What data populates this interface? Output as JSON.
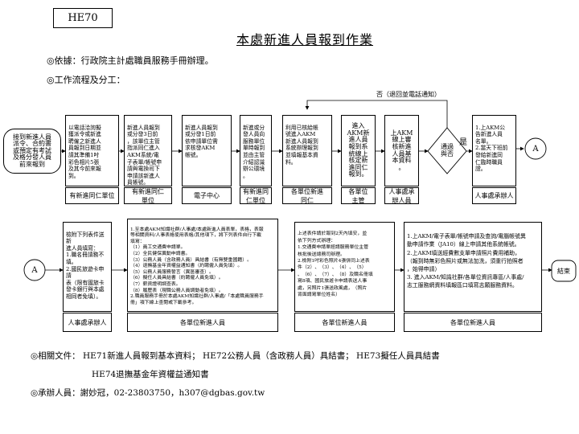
{
  "doc_code": "HE70",
  "title": "本處新進人員報到作業",
  "basis": "◎依據：行政院主計處職員服務手冊辦理。",
  "workflow_heading": "◎工作流程及分工：",
  "row1": {
    "feedback_label": "否（退回並電話通知）",
    "start": "接到新進人員\n派令、合約書\n或預定有考試\n及格分發人員\n前來報到",
    "steps": [
      {
        "text": "以電話洽詢擬\n獲派令或新進\n聘僱之新進人\n員報到日期並\n請其準備1吋\n彩色相片5張\n及其今前來報\n到。",
        "owner": "有新進同仁單位"
      },
      {
        "text": "新進人員報到\n或分發3日前\n，該單位主管\n指派同仁進入\nAKM系統/電\n子表單/帳號申\n請與電換司下\n申請該新進人\n員帳號。",
        "owner": "有新進同仁\n單位"
      },
      {
        "text": "新進人員報到\n或分發1日前\n依申請單位需\n求核發AKM\n帳號。",
        "owner": "電子中心"
      },
      {
        "text": "新進或分\n發人員向\n服務單位\n單時報到\n並由主管\n介紹認識\n辦公環境\n。",
        "owner": "有新進同\n仁單位"
      },
      {
        "text": "利用已核給帳\n號進入AKM\n新進人員報到\n系統辦理報到\n並填報基本資\n料。",
        "owner": "各單位新進\n同仁"
      },
      {
        "text": "進入\nAKM新\n進人員\n報到系\n統線上\n核定新\n進同仁\n報到。",
        "owner": "各單位\n主管"
      },
      {
        "text": "上AKM\n線上審\n核新進\n人員基\n本資料\n。",
        "owner": "人事處承\n辦人員"
      }
    ],
    "decision": "通過\n與否",
    "yes_label": "是",
    "final": {
      "text": "1.上AKM公\n告新進人員\n名單。\n2.當天下班前\n發給新進同\n仁臨時職員\n證。",
      "owner": "人事處承辦人"
    },
    "connector": "A"
  },
  "row2": {
    "connector": "A",
    "step1": {
      "text": "檢附下列表件送新\n進人員填寫：\n1.職名冊請務不填。\n2.國民旅遊卡申請\n表（限有國旅卡\n發卡銀行與本處\n相同者免填）。",
      "owner": "人事處承辦人"
    },
    "step2": {
      "text": "1.至本處AKM知識社群/人事處/本處新進人員表單，表格，表報\n等相關資料/人事表格使用表格/其他項下，將下列表件自行下載\n填寫：\n（1）員工交通費申請單。\n（2）全民健保異動申請書。\n（3）公務人員（含政務人員）具結書（有無雙重國籍）。\n（4）退撫基金年資權益通知書（約聘僱人員免填）。\n（5）公務人員服務誓言（異區審查）。\n（6）擬任人員具結書（約聘僱人員免填）。\n（7）薪資證明調查表。\n（8）履歷表（現職公務人員調動者免填）。\n2.職員服務手冊於本處AKM知識社群/人事處/「本處職員服務手\n冊」項下線上查閱或下載參考。",
      "owner": "各單位新進人員"
    },
    "step3": {
      "text": "上述表件請於報到2天內填安，並\n依下列方式辦理：\n1.交通費申請單經請服務單位主管\n核批後送總務司辦理。\n2.檢附1吋彩色照片4張併同上述表\n件（2）、（3）、（4）、（5）\n、（6）、（7）、（8）及職名冊填\n寫8項、國民旅遊卡申請表送人事\n處，另照片1張送政風處，（照片\n背面請寫單位姓名）",
      "owner": "各單位新進人員"
    },
    "step4": {
      "text": "1.上AKM/電子表單/帳號申請及查詢/電腦帳號異\n動申請作業（JA10）線上申請其他系統帳號。\n2.上AKM填送經費數支單申請照片費用補助，\n（報到時無彩色照片或無法加洗，須重行拍照者\n，始得申請）\n3. 進入AKM/知識社群/各單位資訊專區/人事處/\n志工服務網資料填報區口填寫志願服務資料。",
      "owner": "各單位新進人員"
    },
    "end": "結束"
  },
  "related_docs_label": "◎相關文件：",
  "related_docs_1": "HE71新進人員報到基本資料；  HE72公務人員（含政務人員）具結書；  HE73擬任人員具結書",
  "related_docs_2": "HE74退撫基金年資權益通知書",
  "contact": "◎承辦人員：謝妙冠，02-23803750，h307@dgbas.gov.tw"
}
